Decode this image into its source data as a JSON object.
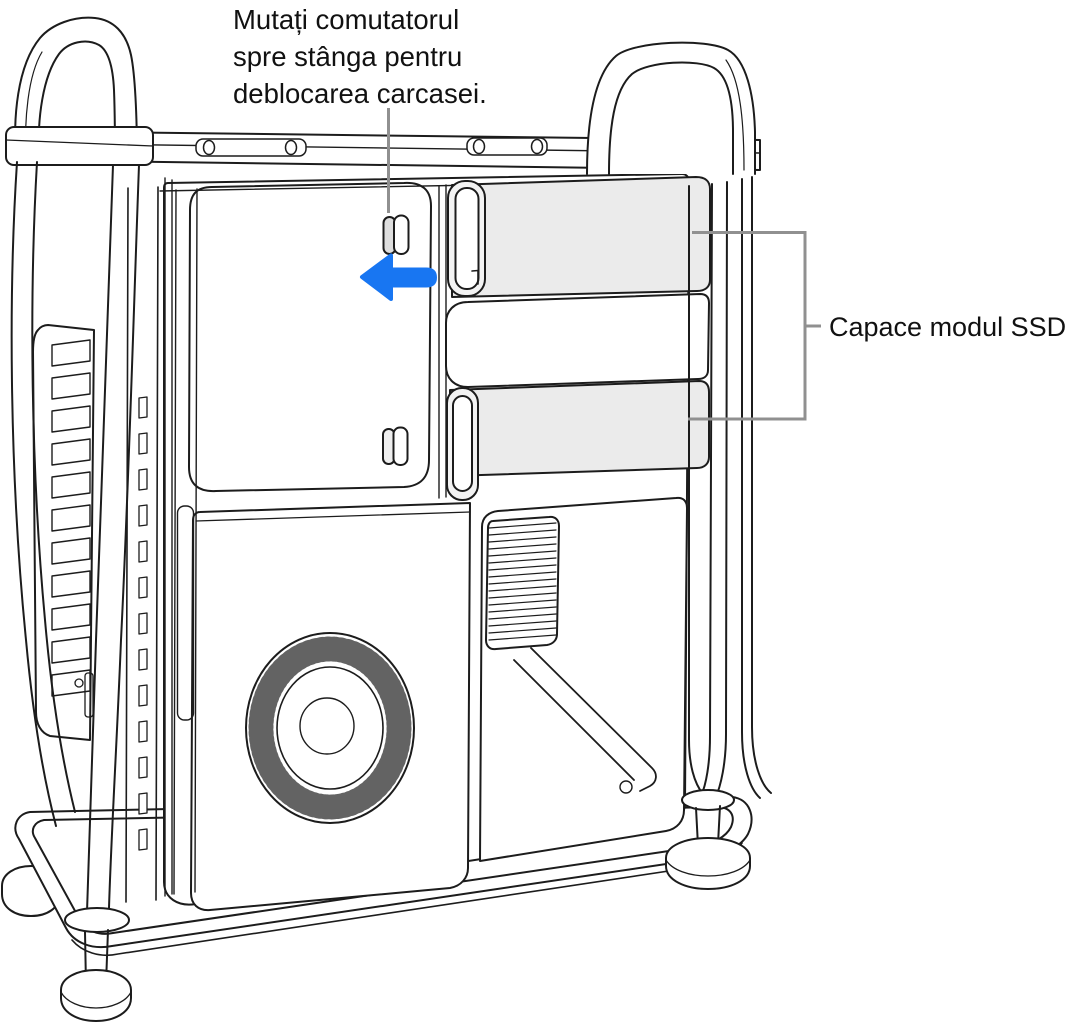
{
  "annotations": {
    "unlock_instruction": {
      "lines": [
        "Mutați comutatorul",
        "spre stânga pentru",
        "deblocarea carcasei."
      ],
      "text": "Mutați comutatorul spre stânga pentru deblocarea carcasei.",
      "arrow_direction": "left"
    },
    "ssd_label": {
      "text": "Capace modul SSD"
    }
  },
  "colors": {
    "outline": "#1c1c1c",
    "text": "#111111",
    "callout_gray": "#909090",
    "arrow_blue": "#1876f2",
    "cover_gray": "#ebebeb",
    "pull_gray": "#f3f3f3",
    "switch_gray": "#dedede",
    "background": "#ffffff"
  },
  "illustration": {
    "device": "Mac Pro tower, side view with housing removed",
    "parts": [
      "left carry handle",
      "right carry handle",
      "top cap with screw plates",
      "housing unlock switch",
      "lower latch switch",
      "SSD module cover top",
      "SSD module cover middle",
      "SSD module cover bottom",
      "SSD cover pull handles",
      "PCIe slot brackets",
      "side vent slots",
      "heatsink vent grille",
      "cooling fan",
      "power supply panel",
      "base frame",
      "front-left foot",
      "front-right foot",
      "rear-left foot"
    ]
  }
}
